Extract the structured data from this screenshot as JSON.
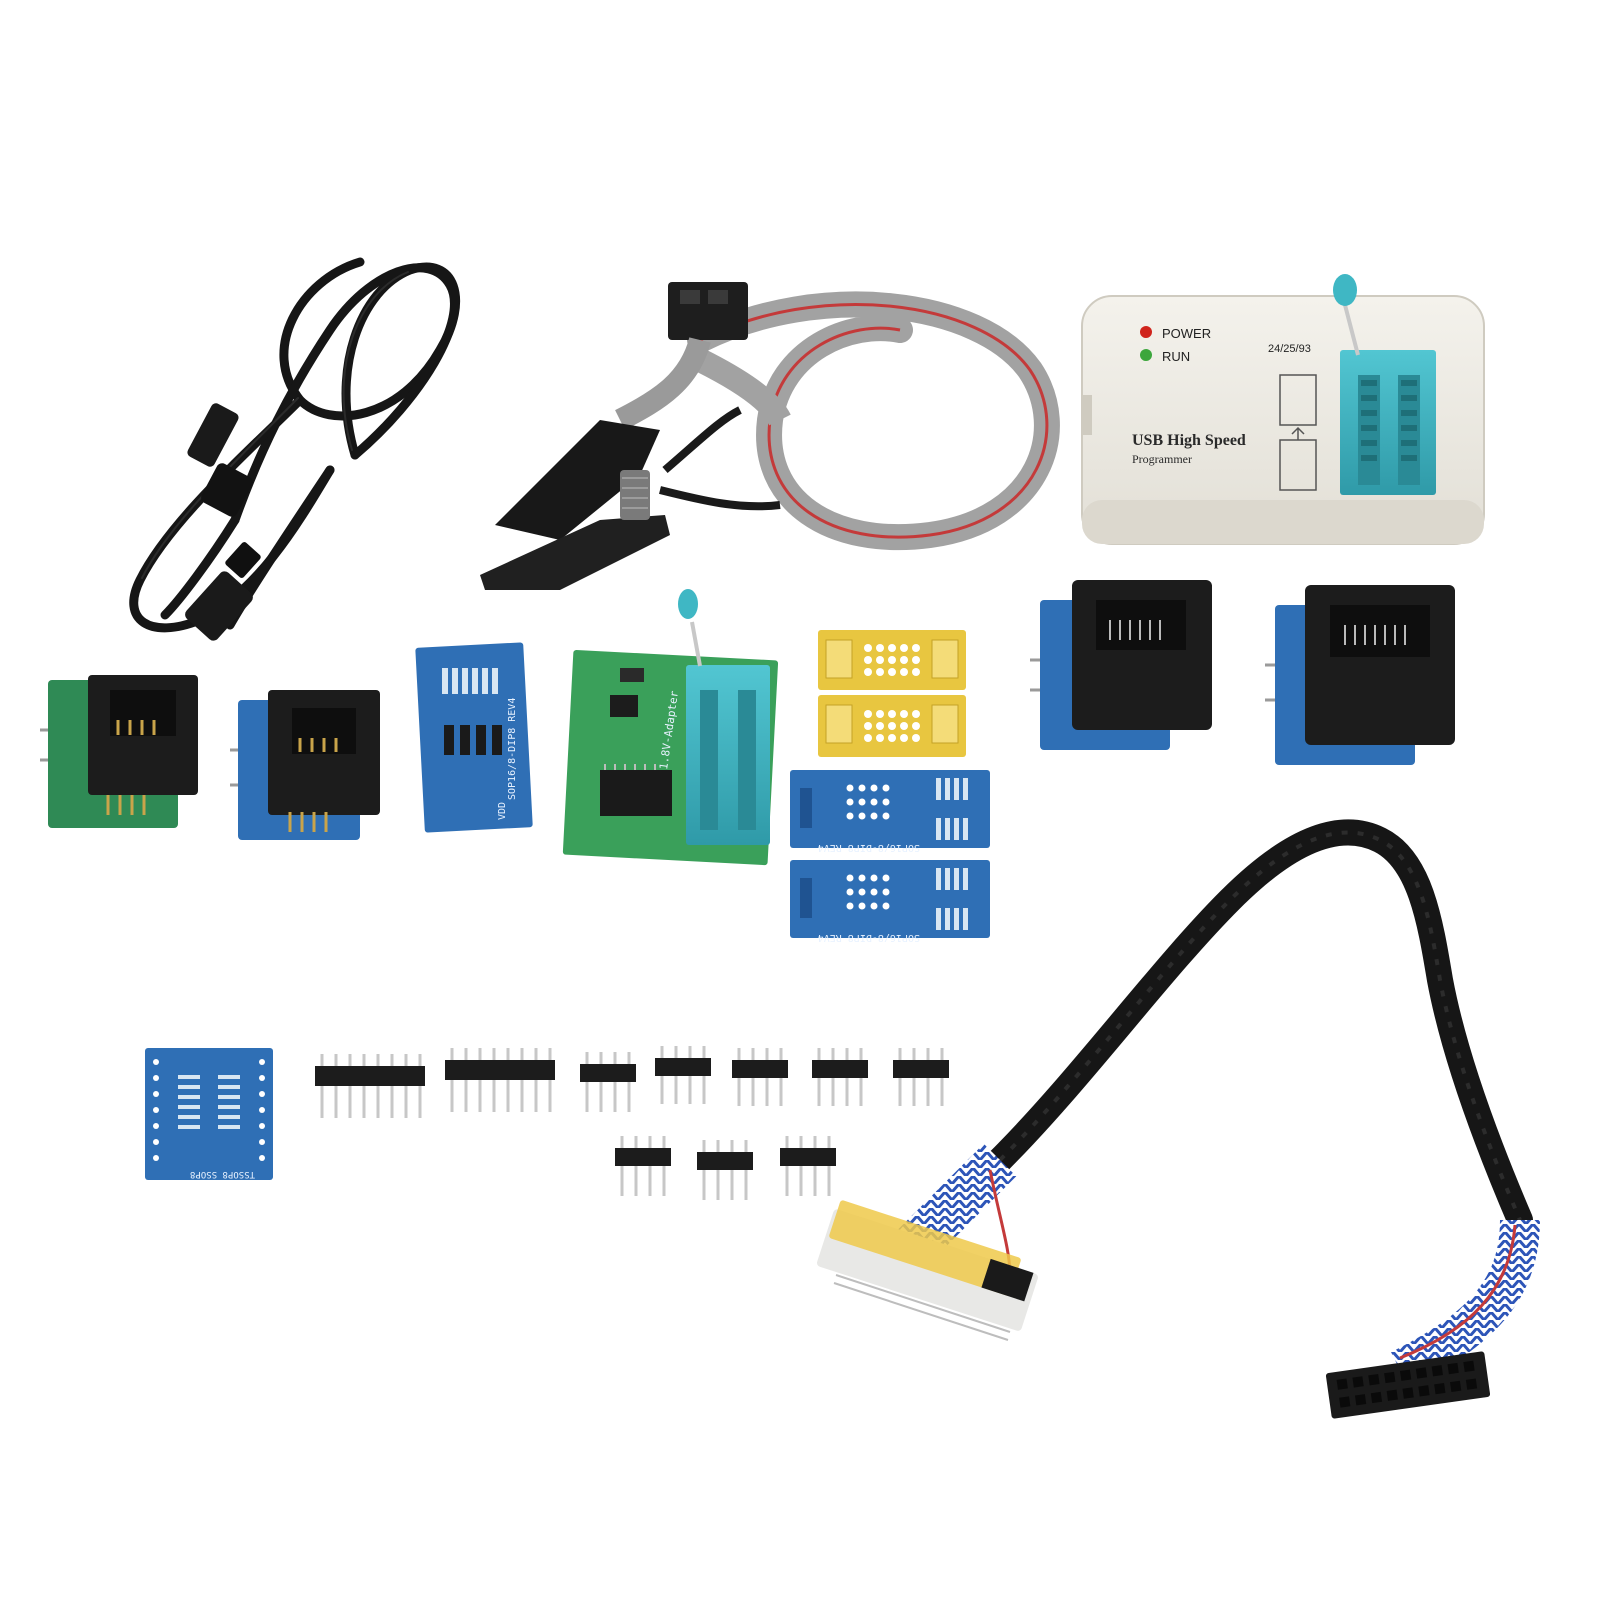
{
  "programmer": {
    "power_label": "POWER",
    "run_label": "RUN",
    "chip_family": "24/25/93",
    "brand_line1": "USB  High Speed",
    "brand_line2": "Programmer",
    "power_led_color": "#d0241c",
    "run_led_color": "#3ca63c"
  },
  "adapter_18v": {
    "label": "1.8V-Adapter"
  },
  "sop_board": {
    "label": "SOP16/8-DIP8 REV4",
    "pin_label": "VDD"
  },
  "tssop_board": {
    "label": "TSSOP8 SSOP8"
  },
  "colors": {
    "pcb_blue": "#2f6fb5",
    "pcb_green": "#3aa05a",
    "pcb_gold": "#e8c640",
    "zif_socket": "#3fb7c4",
    "cable_black": "#161616",
    "ribbon_grey": "#9a9a9a",
    "ribbon_red": "#c43a3a",
    "socket_black": "#1c1c1c"
  }
}
